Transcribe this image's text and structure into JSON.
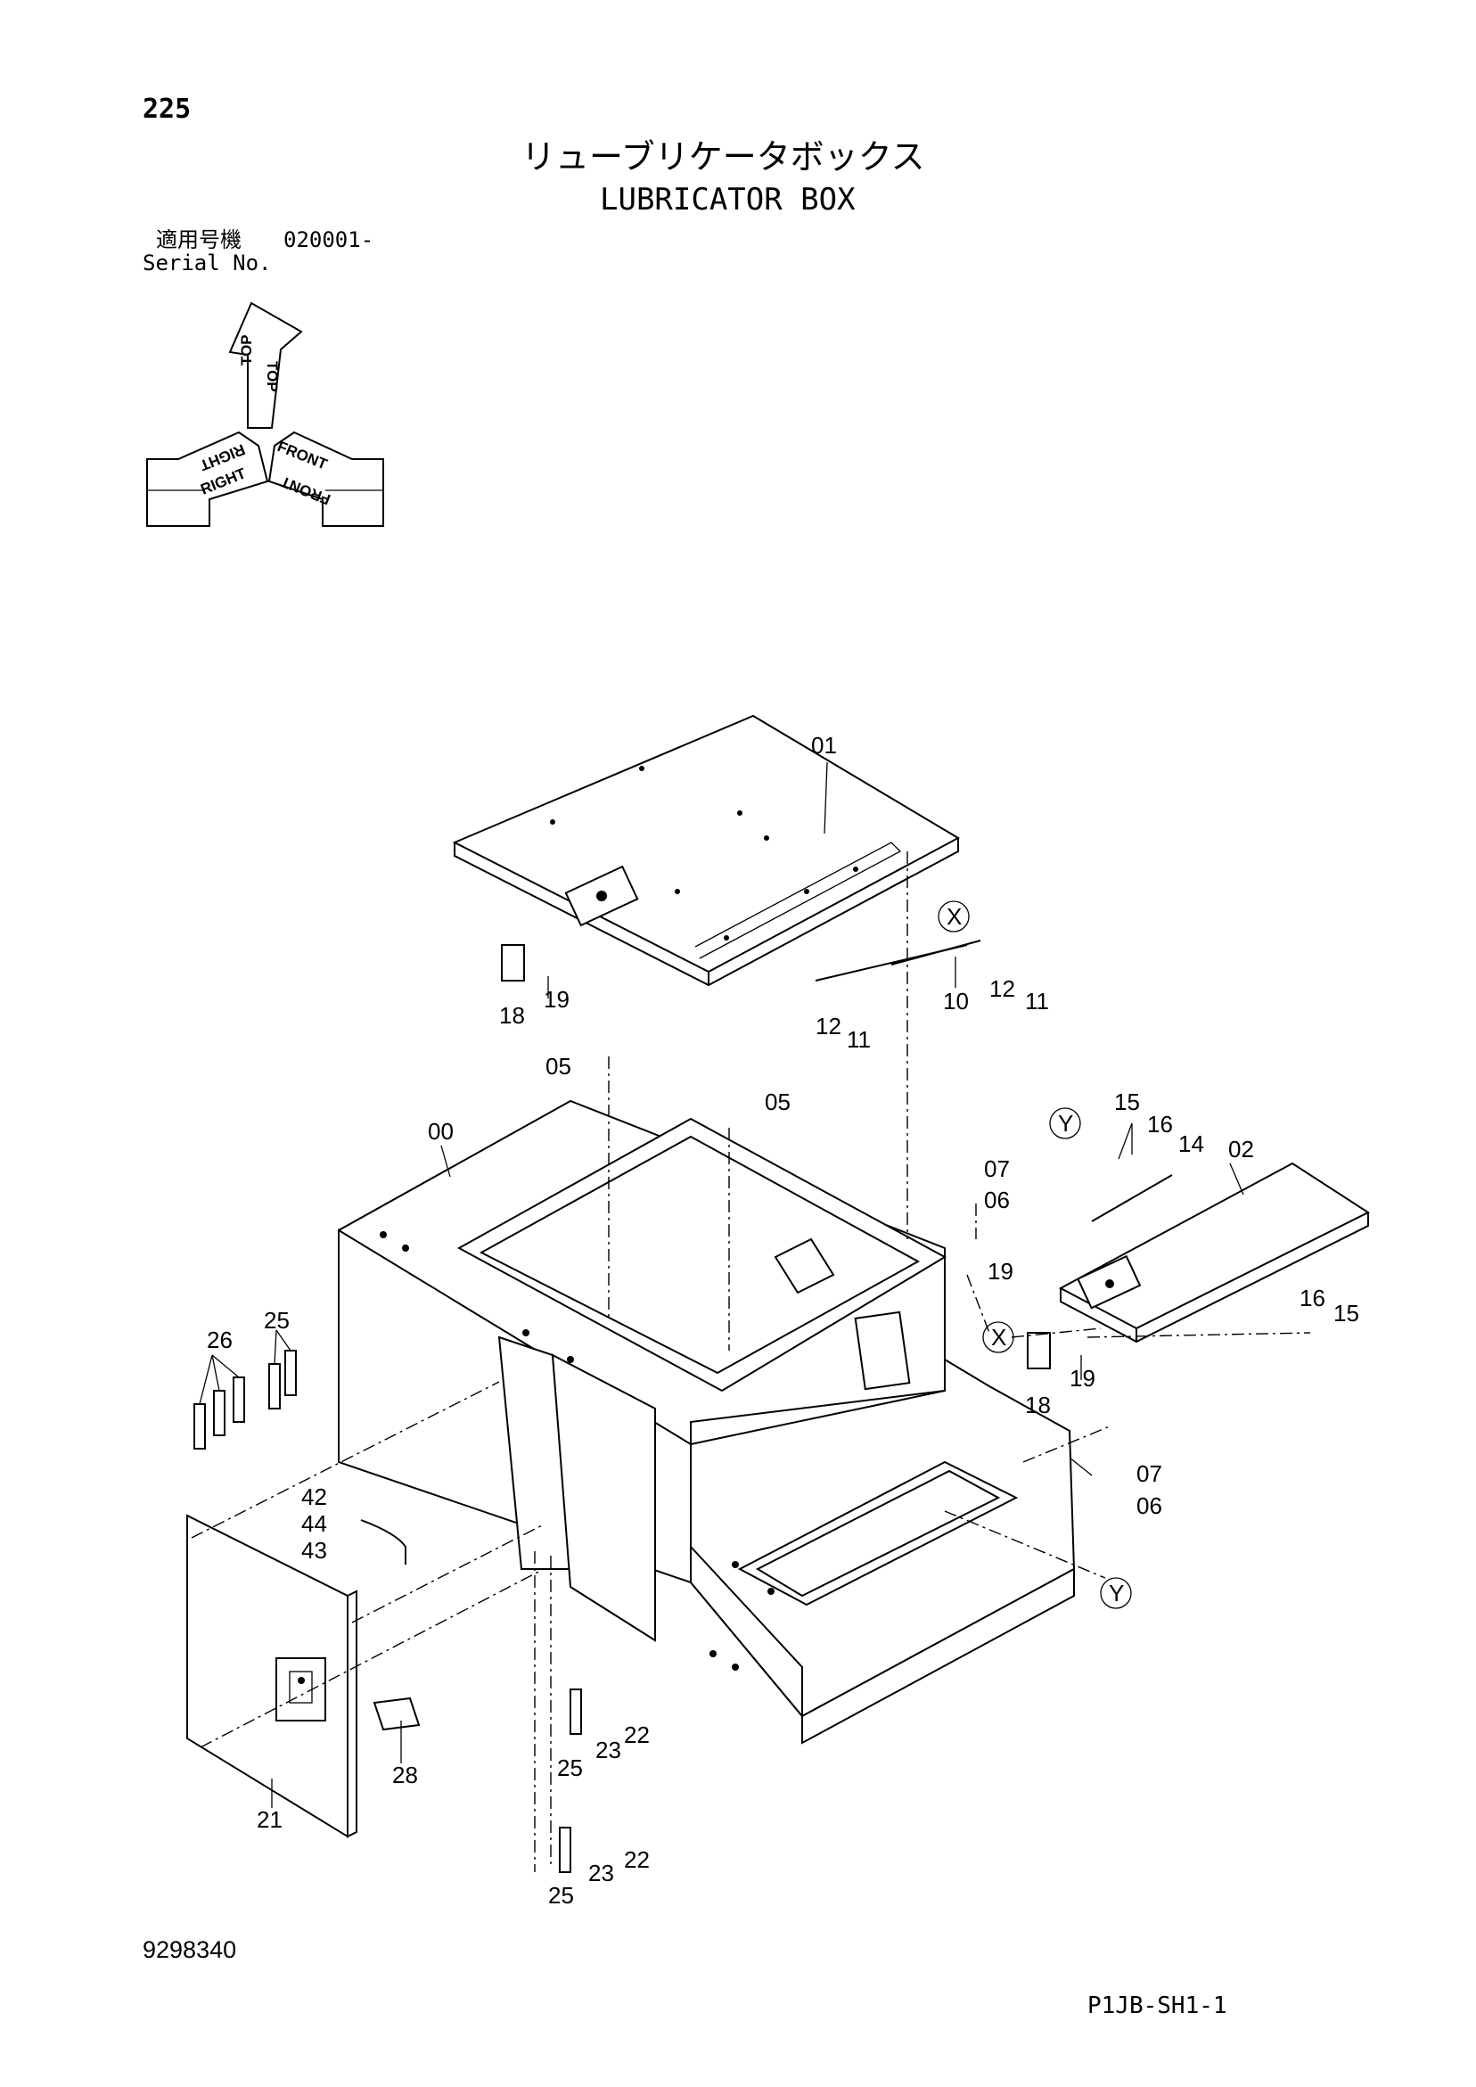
{
  "header": {
    "page_number": "225",
    "title_ja": "リューブリケータボックス",
    "title_en": "LUBRICATOR BOX",
    "serial_label_ja": "適用号機",
    "serial_range": "020001-",
    "serial_label_en": "Serial No."
  },
  "orientation": {
    "top": "TOP",
    "right": "RIGHT",
    "front": "FRONT"
  },
  "callouts": {
    "c01": "01",
    "c00": "00",
    "c02": "02",
    "c05a": "05",
    "c05b": "05",
    "c06a": "06",
    "c06b": "06",
    "c07a": "07",
    "c07b": "07",
    "c10": "10",
    "c11a": "11",
    "c11b": "11",
    "c12a": "12",
    "c12b": "12",
    "c14": "14",
    "c15a": "15",
    "c15b": "15",
    "c16a": "16",
    "c16b": "16",
    "c18a": "18",
    "c18b": "18",
    "c19a": "19",
    "c19b": "19",
    "c19c": "19",
    "c21": "21",
    "c22a": "22",
    "c22b": "22",
    "c23a": "23",
    "c23b": "23",
    "c25a": "25",
    "c25b": "25",
    "c25c": "25",
    "c26": "26",
    "c28": "28",
    "c42": "42",
    "c43": "43",
    "c44": "44",
    "refX1": "X",
    "refX2": "X",
    "refY1": "Y",
    "refY2": "Y"
  },
  "footer": {
    "drawing_number": "9298340",
    "sheet_code": "P1JB-SH1-1"
  }
}
